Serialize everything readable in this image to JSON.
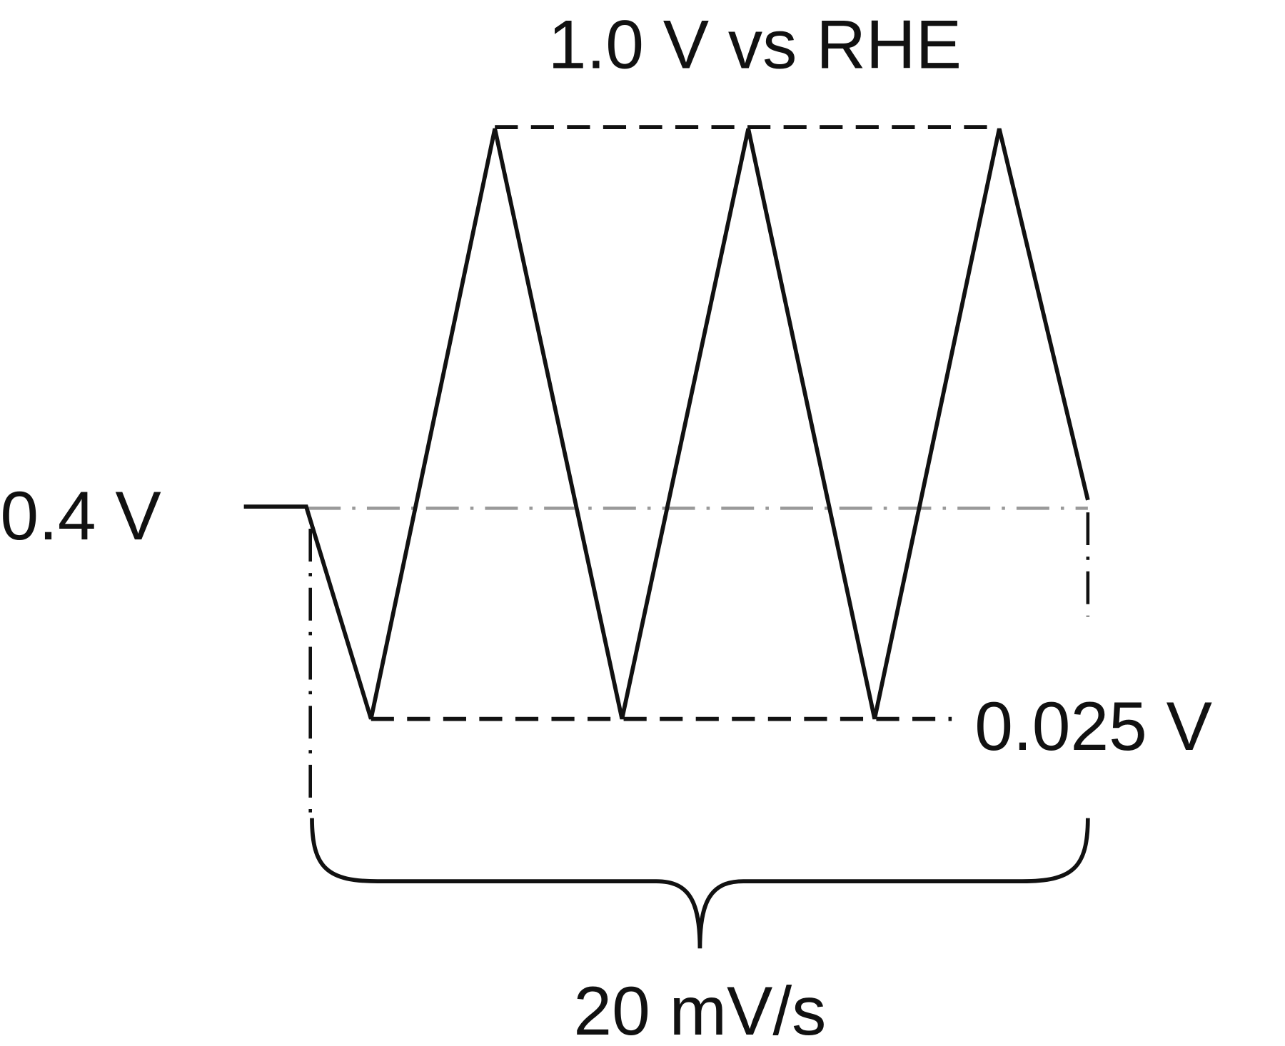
{
  "diagram": {
    "upper_potential_label": "1.0 V vs RHE",
    "start_potential_label": "0.4 V",
    "lower_potential_label": "0.025 V",
    "scan_rate_label": "20 mV/s",
    "cycles": 3,
    "colors": {
      "waveform": "#111111",
      "reference_line": "#9a9a9a"
    }
  }
}
